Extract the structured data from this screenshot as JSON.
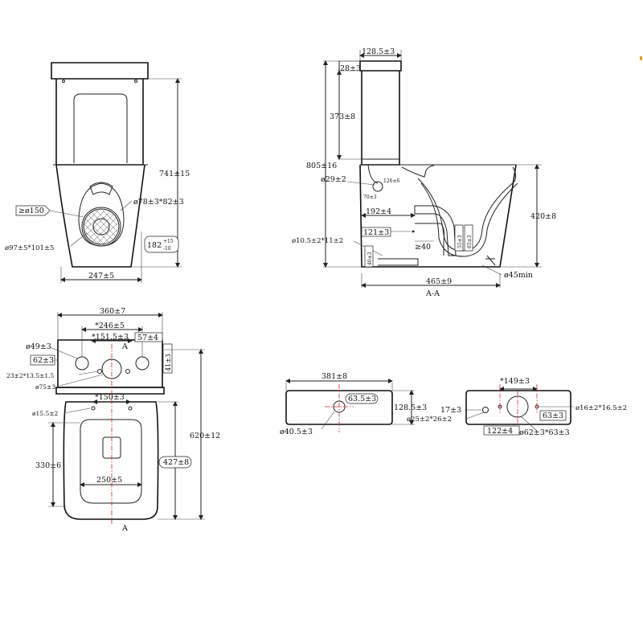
{
  "front_view": {
    "height_overall": "741±15",
    "outlet_diameter": "ø78±3*82±3",
    "seat_clearance": "≥ø150",
    "base_hole": "ø97±5*101±5",
    "outlet_height_main": "182",
    "outlet_height_tol_top": "+15",
    "outlet_height_tol_bottom": "-10",
    "base_width": "247±5"
  },
  "section_view": {
    "tank_depth": "128.5±3",
    "tank_lid": "28±3",
    "tank_height": "373±8",
    "seat_height_total": "805±16",
    "inlet_diameter": "ø29±2",
    "inlet_offset_a": "126±6",
    "inlet_offset_b": "70±3",
    "bowl_height": "420±8",
    "trap_offset": "192±4",
    "trap_width": "121±3",
    "trap_min": "≥40",
    "bolt_hole": "ø10.5±2*11±2",
    "outlet_h1": "55±3",
    "outlet_h2": "65±3",
    "base_h": "40±3",
    "outlet_min": "ø45min",
    "overall_length": "465±9",
    "section_label": "A-A"
  },
  "top_view": {
    "width": "360±7",
    "span_246": "*246±5",
    "span_151": "*151.5±3",
    "dim_57": "57±4",
    "hole_49": "ø49±3",
    "dim_62": "62±3",
    "dim_23": "23±2*13.5±1.5",
    "hole_75": "ø75±3",
    "dim_41": "41±3",
    "cut_label_top": "A",
    "cut_label_bottom": "A",
    "span_150": "*150±3",
    "hole_15": "ø15.5±2",
    "length_620": "620±12",
    "dim_330": "330±6",
    "dim_427": "427±8",
    "seat_250": "250±5"
  },
  "lid_view": {
    "length": "381±8",
    "hole_offset": "63.5±3",
    "depth": "128.5±3",
    "hole_dia": "ø40.5±3"
  },
  "tank_top_view": {
    "span_149": "*149±3",
    "dim_17": "17±3",
    "hole_16": "ø16±2*16.5±2",
    "dim_25": "ø25±2*26±2",
    "dim_63": "63±3",
    "dim_122": "122±4",
    "hole_62": "ø62±3*63±3"
  }
}
